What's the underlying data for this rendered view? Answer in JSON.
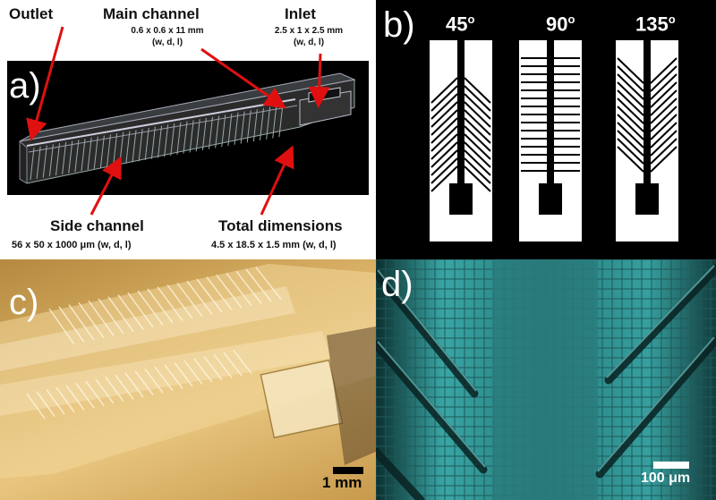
{
  "panel_a": {
    "letter": "a)",
    "labels": {
      "outlet": "Outlet",
      "main_channel": "Main channel",
      "main_channel_dims": "0.6 x 0.6 x 11 mm",
      "main_channel_units": "(w, d, l)",
      "inlet": "Inlet",
      "inlet_dims": "2.5 x 1 x 2.5 mm",
      "inlet_units": "(w, d, l)",
      "side_channel": "Side channel",
      "side_channel_dims": "56 x 50 x 1000 μm (w, d, l)",
      "total_dimensions": "Total dimensions",
      "total_dimensions_dims": "4.5 x 18.5 x 1.5 mm (w, d, l)"
    },
    "arrow_color": "#e01010"
  },
  "panel_b": {
    "letter": "b)",
    "angles": [
      "45",
      "90",
      "135"
    ],
    "degree_symbol": "o"
  },
  "panel_c": {
    "letter": "c)",
    "scale_bar": "1 mm"
  },
  "panel_d": {
    "letter": "d)",
    "scale_bar": "100 μm"
  }
}
